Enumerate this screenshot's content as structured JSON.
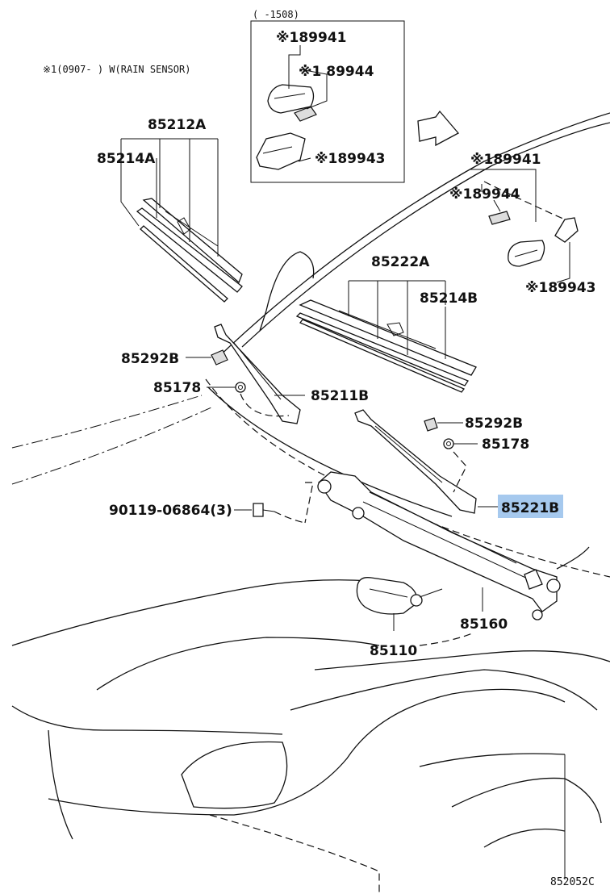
{
  "diagram": {
    "inset_period": "(      -1508)",
    "footnote": "※1(0907-      ) W(RAIN SENSOR)",
    "figure_code": "852052C",
    "highlighted_part": "85221B",
    "highlight_color": "#a6c9ee",
    "labels": {
      "inset_89941": "※189941",
      "inset_89944": "※1 89944",
      "inset_89943": "※189943",
      "p85212A": "85212A",
      "p85214A": "85214A",
      "r89941": "※189941",
      "r89944": "※189944",
      "r89943": "※189943",
      "p85222A": "85222A",
      "p85214B": "85214B",
      "p85292B_left": "85292B",
      "p85178_left": "85178",
      "p85211B": "85211B",
      "p85292B_right": "85292B",
      "p85178_right": "85178",
      "p90119": "90119-06864(3)",
      "p85221B": "85221B",
      "p85160": "85160",
      "p85110": "85110"
    }
  }
}
